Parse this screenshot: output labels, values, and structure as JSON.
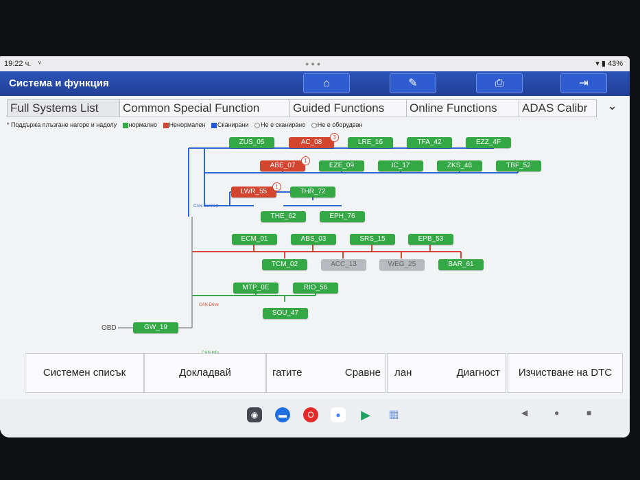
{
  "status": {
    "time": "19:22 ч.",
    "signal": "ᵛ",
    "battery": "43%"
  },
  "appbar": {
    "title": "Система и функция",
    "buttons": [
      "⌂",
      "✎",
      "⎙",
      "⇥"
    ]
  },
  "tabs": [
    "Full Systems List",
    "Common Special Function",
    "Guided Functions",
    "Online Functions",
    "ADAS Calibr"
  ],
  "tabs_more": "⌄",
  "legend": {
    "note": "* Поддържа плъзгане нагоре и надолу",
    "items": [
      {
        "label": "нормално",
        "color": "#33a845"
      },
      {
        "label": "Ненормален",
        "color": "#d44530"
      },
      {
        "label": "Сканирани",
        "color": "#2457d6"
      },
      {
        "label": "Не е сканирано",
        "color": ""
      },
      {
        "label": "Не е оборудван",
        "color": ""
      }
    ]
  },
  "diagram": {
    "obd": "OBD",
    "gateway": "GW_19",
    "buses": {
      "comfort": "CAN-Comfort",
      "drive": "CAN-Drive",
      "info": "CAN-Info"
    },
    "colors": {
      "normal": "#33a845",
      "abnormal": "#d44530",
      "not_equipped": "#b7babe",
      "comfort_bus": "#2b67d6",
      "drive_bus": "#d44530"
    },
    "modules": [
      {
        "label": "ZUS_05",
        "status": "normal"
      },
      {
        "label": "AC_08",
        "status": "abnormal",
        "badge": "3"
      },
      {
        "label": "LRE_16",
        "status": "normal"
      },
      {
        "label": "TFA_42",
        "status": "normal"
      },
      {
        "label": "EZZ_4F",
        "status": "normal"
      },
      {
        "label": "ABE_07",
        "status": "abnormal",
        "badge": "1"
      },
      {
        "label": "EZE_09",
        "status": "normal"
      },
      {
        "label": "IC_17",
        "status": "normal"
      },
      {
        "label": "ZKS_46",
        "status": "normal"
      },
      {
        "label": "TBF_52",
        "status": "normal"
      },
      {
        "label": "LWR_55",
        "status": "abnormal",
        "badge": "1"
      },
      {
        "label": "THR_72",
        "status": "normal"
      },
      {
        "label": "THE_62",
        "status": "normal"
      },
      {
        "label": "EPH_76",
        "status": "normal"
      },
      {
        "label": "ECM_01",
        "status": "normal"
      },
      {
        "label": "ABS_03",
        "status": "normal"
      },
      {
        "label": "SRS_15",
        "status": "normal"
      },
      {
        "label": "EPB_53",
        "status": "normal"
      },
      {
        "label": "TCM_02",
        "status": "normal"
      },
      {
        "label": "ACC_13",
        "status": "not_equipped"
      },
      {
        "label": "WEG_25",
        "status": "not_equipped"
      },
      {
        "label": "BAR_61",
        "status": "normal"
      },
      {
        "label": "MTP_0E",
        "status": "normal"
      },
      {
        "label": "RIO_56",
        "status": "normal"
      },
      {
        "label": "SOU_47",
        "status": "normal"
      }
    ]
  },
  "bottom": {
    "system_list": "Системен списък",
    "report": "Докладвай",
    "data_partial": "гатите",
    "compare_partial": "Сравне",
    "plan_partial": "лан",
    "diagnose_partial": "Диагност",
    "clear_dtc": "Изчистване на DTC"
  },
  "nav": {
    "apps": [
      "camera-icon",
      "messages-icon",
      "opera-icon",
      "assistant-icon",
      "play-store-icon",
      "app-drawer-icon"
    ]
  }
}
